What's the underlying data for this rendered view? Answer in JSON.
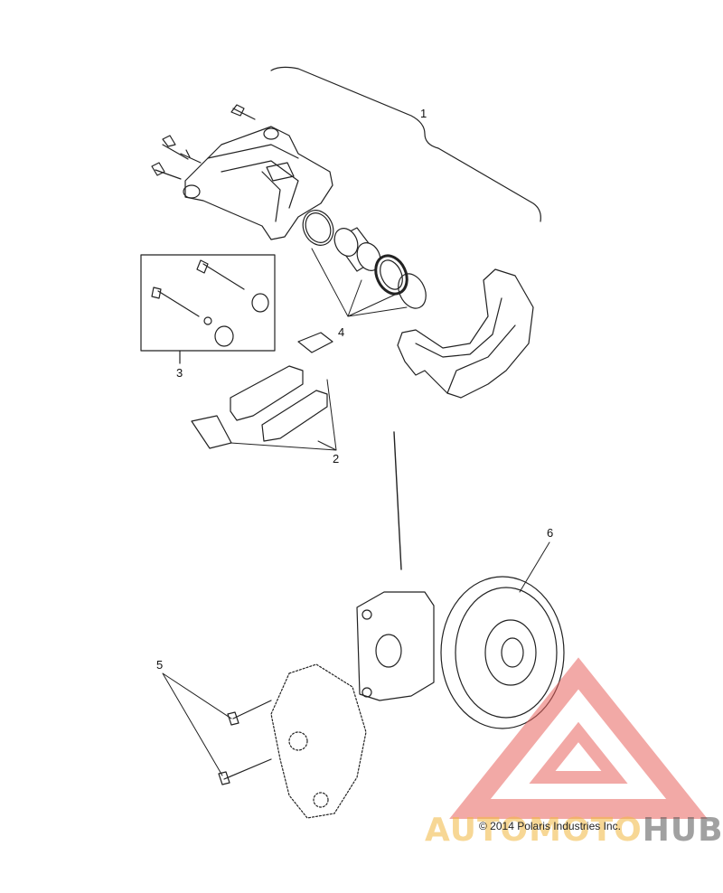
{
  "callouts": {
    "c1": "1",
    "c2": "2",
    "c3": "3",
    "c4": "4",
    "c5": "5",
    "c6": "6"
  },
  "copyright": "© 2014 Polaris Industries Inc.",
  "watermark": {
    "part1": "AUTO",
    "part2": "MOTO",
    "part3": "HUB",
    "colors": {
      "triangle": "#e8635f",
      "auto": "#f2b840",
      "hub": "#555555"
    }
  }
}
